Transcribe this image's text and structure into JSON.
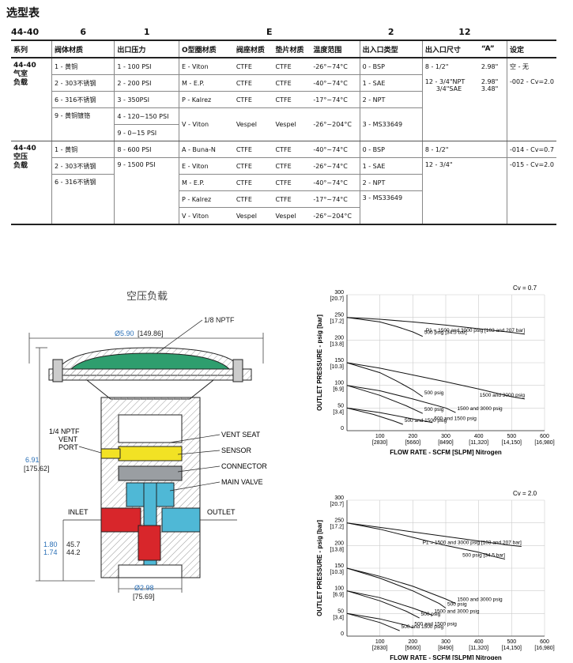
{
  "title": "选型表",
  "codes": [
    "44-40",
    "6",
    "1",
    "E",
    "2",
    "12"
  ],
  "headers": [
    "系列",
    "阀体材质",
    "出口压力",
    "O型圈材质",
    "阀座材质",
    "垫片材质",
    "温度范围",
    "出入口类型",
    "出入口尺寸",
    "“A”",
    "设定"
  ],
  "g1": {
    "series": [
      "44-40",
      "气室",
      "负载"
    ],
    "body": [
      "1 - 黄铜",
      "2 - 303不锈钢",
      "6 - 316不锈钢",
      "9 - 黄铜镀铬"
    ],
    "press": [
      "1 - 100 PSI",
      "2 - 200 PSI",
      "3 - 350PSI",
      "4 - 120~150 PSI",
      "9 - 0~15 PSI"
    ],
    "oring": [
      [
        "E - Viton",
        "CTFE",
        "CTFE",
        "-26°~74°C"
      ],
      [
        "M - E.P.",
        "CTFE",
        "CTFE",
        "-40°~74°C"
      ],
      [
        "P - Kalrez",
        "CTFE",
        "CTFE",
        "-17°~74°C"
      ],
      [
        "V - Viton",
        "Vespel",
        "Vespel",
        "-26°~204°C"
      ]
    ],
    "port": [
      "0 - BSP",
      "1 - SAE",
      "2 - NPT",
      "3 - MS33649"
    ],
    "size": [
      "8 - 1/2\"",
      "12 - 3/4\"NPT",
      "3/4\"SAE"
    ],
    "a": [
      "2.98\"",
      "2.98\"",
      "3.48\""
    ],
    "set": [
      "空 - 无",
      "-002 - Cv=2.0"
    ]
  },
  "g2": {
    "series": [
      "44-40",
      "空压",
      "负载"
    ],
    "body": [
      "1 - 黄铜",
      "2 - 303不锈钢",
      "6 - 316不锈钢"
    ],
    "press": [
      "8 - 600 PSI",
      "9 - 1500 PSI"
    ],
    "oring": [
      [
        "A - Buna-N",
        "CTFE",
        "CTFE",
        "-40°~74°C"
      ],
      [
        "E - Viton",
        "CTFE",
        "CTFE",
        "-26°~74°C"
      ],
      [
        "M - E.P.",
        "CTFE",
        "CTFE",
        "-40°~74°C"
      ],
      [
        "P - Kalrez",
        "CTFE",
        "CTFE",
        "-17°~74°C"
      ],
      [
        "V - Viton",
        "Vespel",
        "Vespel",
        "-26°~204°C"
      ]
    ],
    "port": [
      "0 - BSP",
      "1 - SAE",
      "2 - NPT",
      "3 - MS33649"
    ],
    "size": [
      "8 - 1/2\"",
      "12 - 3/4\""
    ],
    "set": [
      "-014 - Cv=0.7",
      "-015 - Cv=2.0"
    ]
  },
  "drawing": {
    "title": "空压负载",
    "labels": {
      "nptf": "1/8 NPTF",
      "dia_top": "Ø5.90",
      "dia_top_mm": "[149.86]",
      "vent_port": [
        "1/4 NPTF",
        "VENT",
        "PORT"
      ],
      "vent_seat": "VENT SEAT",
      "sensor": "SENSOR",
      "connector": "CONNECTOR",
      "main_valve": "MAIN VALVE",
      "inlet": "INLET",
      "outlet": "OUTLET",
      "height": "6.91",
      "height_mm": "[175.62]",
      "h1": "1.80",
      "h2": "1.74",
      "h1_mm": "45.7",
      "h2_mm": "44.2",
      "dia_bot": "Ø2.98",
      "dia_bot_mm": "[75.69]"
    }
  },
  "chart_data": [
    {
      "type": "line",
      "cv": "Cv = 0.7",
      "xlabel": "FLOW RATE - SCFM [SLPM] Nitrogen",
      "ylabel": "OUTLET PRESSURE - psig [bar]",
      "xlim": [
        0,
        600
      ],
      "ylim": [
        0,
        300
      ],
      "xticks": [
        100,
        200,
        300,
        400,
        500,
        600
      ],
      "xticks_sub": [
        "[2830]",
        "[5660]",
        "[8490]",
        "[11,320]",
        "[14,150]",
        "[16,980]"
      ],
      "yticks": [
        0,
        50,
        100,
        150,
        200,
        250,
        300
      ],
      "yticks_sub": [
        "",
        "[3.4]",
        "[6.9]",
        "[10.3]",
        "[13.8]",
        "[17.2]",
        "[20.7]"
      ],
      "series": [
        {
          "name": "P1 = 1500 and 3000 psig [103 and 207 bar]",
          "x": [
            0,
            100,
            200,
            300,
            400,
            500,
            540
          ],
          "y": [
            250,
            246,
            240,
            233,
            225,
            217,
            213
          ]
        },
        {
          "name": "500 psig [34.5 bar]",
          "x": [
            0,
            100,
            150,
            200,
            230
          ],
          "y": [
            250,
            240,
            230,
            218,
            208
          ]
        },
        {
          "name": "1500 and 3000 psig",
          "x": [
            0,
            100,
            200,
            300,
            400,
            500,
            540
          ],
          "y": [
            150,
            138,
            123,
            108,
            92,
            75,
            70
          ]
        },
        {
          "name": "500 psig",
          "x": [
            0,
            100,
            150,
            200,
            230
          ],
          "y": [
            150,
            128,
            110,
            90,
            75
          ]
        },
        {
          "name": "1500 and 3000 psig",
          "x": [
            0,
            100,
            200,
            300,
            330
          ],
          "y": [
            100,
            88,
            70,
            50,
            40
          ]
        },
        {
          "name": "500 psig",
          "x": [
            0,
            100,
            180,
            230
          ],
          "y": [
            100,
            78,
            55,
            38
          ]
        },
        {
          "name": "500 and 1500 psig",
          "x": [
            0,
            100,
            200,
            260
          ],
          "y": [
            50,
            40,
            26,
            18
          ]
        },
        {
          "name": "500 and 1500 psig",
          "x": [
            0,
            80,
            140,
            170
          ],
          "y": [
            50,
            36,
            22,
            14
          ]
        }
      ]
    },
    {
      "type": "line",
      "cv": "Cv = 2.0",
      "xlabel": "FLOW RATE - SCFM [SLPM] Nitrogen",
      "ylabel": "OUTLET PRESSURE - psig [bar]",
      "xlim": [
        0,
        600
      ],
      "ylim": [
        0,
        300
      ],
      "xticks": [
        100,
        200,
        300,
        400,
        500,
        600
      ],
      "xticks_sub": [
        "[2830]",
        "[5660]",
        "[8490]",
        "[11,320]",
        "[14,150]",
        "[16,980]"
      ],
      "yticks": [
        0,
        50,
        100,
        150,
        200,
        250,
        300
      ],
      "yticks_sub": [
        "",
        "[3.4]",
        "[6.9]",
        "[10.3]",
        "[13.8]",
        "[17.2]",
        "[20.7]"
      ],
      "series": [
        {
          "name": "P1 = 1500 and 3000 psig [103 and 207 bar]",
          "x": [
            0,
            100,
            200,
            300,
            400,
            500,
            530
          ],
          "y": [
            250,
            240,
            230,
            220,
            210,
            200,
            198
          ]
        },
        {
          "name": "500 psig [34.5 bar]",
          "x": [
            0,
            100,
            200,
            300,
            400,
            450,
            480
          ],
          "y": [
            250,
            236,
            218,
            200,
            185,
            175,
            170
          ]
        },
        {
          "name": "1500 and 3000 psig",
          "x": [
            0,
            100,
            200,
            300,
            330
          ],
          "y": [
            150,
            132,
            110,
            82,
            72
          ]
        },
        {
          "name": "500 psig",
          "x": [
            0,
            100,
            200,
            280,
            300
          ],
          "y": [
            150,
            128,
            100,
            72,
            62
          ]
        },
        {
          "name": "1500 and 3000 psig",
          "x": [
            0,
            100,
            200,
            260
          ],
          "y": [
            100,
            85,
            62,
            46
          ]
        },
        {
          "name": "500 psig",
          "x": [
            0,
            100,
            180,
            220
          ],
          "y": [
            100,
            78,
            55,
            40
          ]
        },
        {
          "name": "500 and 1500 psig",
          "x": [
            0,
            100,
            180,
            200
          ],
          "y": [
            50,
            38,
            24,
            18
          ]
        },
        {
          "name": "500 and 1500 psig",
          "x": [
            0,
            100,
            140,
            160
          ],
          "y": [
            50,
            30,
            18,
            12
          ]
        }
      ]
    }
  ]
}
